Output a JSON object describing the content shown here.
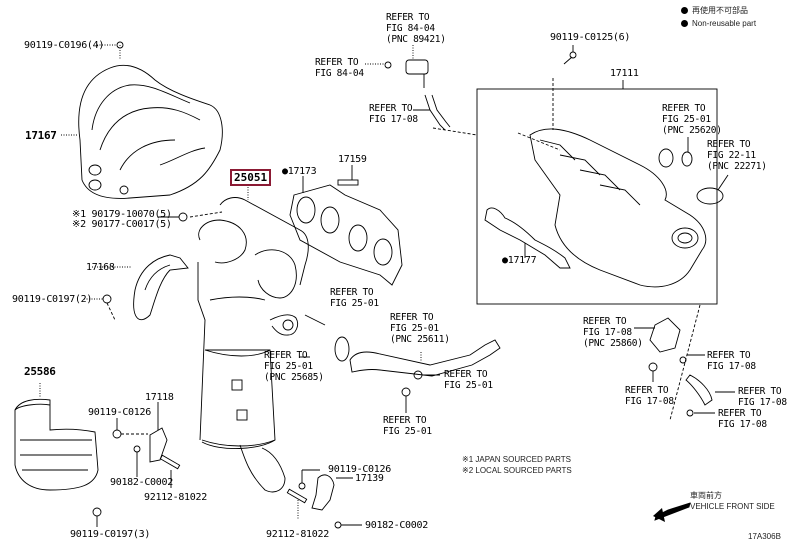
{
  "diagram": {
    "figure_code": "17A306B",
    "highlighted_part": "25051",
    "highlight_color": "#8b1a34",
    "legend": {
      "non_reusable_jp": "再使用不可部品",
      "non_reusable_en": "Non-reusable part"
    },
    "source_notes": [
      "※1 JAPAN SOURCED PARTS",
      "※2 LOCAL SOURCED PARTS"
    ],
    "direction": {
      "jp": "車両前方",
      "en": "VEHICLE FRONT SIDE"
    },
    "labels": {
      "p_90119_c0196": "90119-C0196(4)",
      "p_17167": "17167",
      "p_25051": "25051",
      "p_17173": "●17173",
      "p_17159": "17159",
      "p_90179": "※1 90179-10070(5)",
      "p_90177": "※2 90177-C0017(5)",
      "p_17168": "17168",
      "p_90119_c0197_2": "90119-C0197(2)",
      "p_25586": "25586",
      "p_17118": "17118",
      "p_90119_c0126_a": "90119-C0126",
      "p_90182_c0002_a": "90182-C0002",
      "p_92112_81022_a": "92112-81022",
      "p_90119_c0197_3": "90119-C0197(3)",
      "p_90119_c0126_b": "90119-C0126",
      "p_17139": "17139",
      "p_90182_c0002_b": "90182-C0002",
      "p_92112_81022_b": "92112-81022",
      "p_90119_c0125": "90119-C0125(6)",
      "p_17111": "17111",
      "p_17177": "●17177"
    },
    "refs": {
      "r_84_04_top": "REFER TO\nFIG 84-04\n(PNC 89421)",
      "r_84_04_left": "REFER TO\nFIG 84-04",
      "r_17_08_hose": "REFER TO\nFIG 17-08",
      "r_25_01_pnc25620": "REFER TO\nFIG 25-01\n(PNC 25620)",
      "r_22_11": "REFER TO\nFIG 22-11\n(PNC 22271)",
      "r_25_01_gasket": "REFER TO\nFIG 25-01",
      "r_25_01_pnc25685": "REFER TO\nFIG 25-01\n(PNC 25685)",
      "r_25_01_pnc25611": "REFER TO\nFIG 25-01\n(PNC 25611)",
      "r_25_01_nut": "REFER TO\nFIG 25-01",
      "r_25_01_bolt": "REFER TO\nFIG 25-01",
      "r_17_08_pnc25860": "REFER TO\nFIG 17-08\n(PNC 25860)",
      "r_17_08_a": "REFER TO\nFIG 17-08",
      "r_17_08_b": "REFER TO\nFIG 17-08",
      "r_17_08_c": "REFER TO\nFIG 17-08",
      "r_17_08_d": "REFER TO\nFIG 17-08"
    }
  }
}
